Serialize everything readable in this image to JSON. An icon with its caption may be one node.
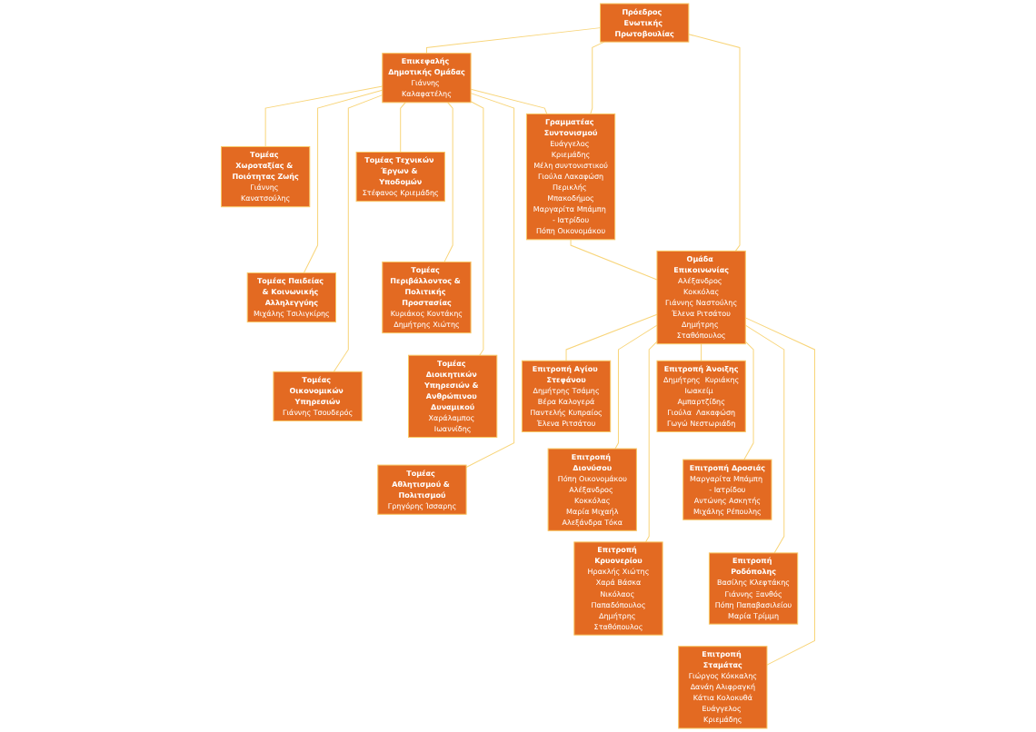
{
  "diagram": {
    "nodes": [
      {
        "text": [
          "Πρόεδρος  Ενωτικής Πρωτοβουλίας"
        ]
      },
      {
        "text": [
          "Γραμματέας Συντονισμού",
          "Ευάγγελος Κριεμάδης",
          "Μέλη συντονιστικού",
          "Γιούλα Λακαφώση",
          "Περικλής Μπακοδήμος",
          "Μαργαρίτα Μπάμπη - Ιατρίδου",
          "Πόπη Οικονομάκου"
        ]
      },
      {
        "text": [
          "Επικεφαλής Δημοτικής Ομάδας",
          "Γιάννης Καλαφατέλης"
        ]
      },
      {
        "text": [
          "Ομάδα Επικοινωνίας",
          "Αλέξανδρος Κοκκόλας",
          "Γιάννης Ναστούλης",
          "Έλενα Ριτσάτου",
          "Δημήτρης Σταθόπουλος"
        ]
      },
      {
        "text": [
          "Τομέας Τεχνικών Έργων & Υποδομών",
          "Στέφανος Κριεμάδης"
        ]
      },
      {
        "text": [
          "Τομέας Χωροταξίας & Ποιότητας Ζωής",
          "Γιάννης Κανατσούλης"
        ]
      },
      {
        "text": [
          "Τομέας Περιβάλλοντος & Πολιτικής Προστασίας",
          "Κυριάκος Κοντάκης",
          "Δημήτρης Χιώτης"
        ]
      },
      {
        "text": [
          "Τομέας Παιδείας & Κοινωνικής Αλληλεγγύης",
          "Μιχάλης Τσιλιγκίρης"
        ]
      },
      {
        "text": [
          "Τομέας Οικονομικών Υπηρεσιών",
          "Γιάννης Τσουδερός"
        ]
      },
      {
        "text": [
          "Τομέας Διοικητικών Υπηρεσιών & Ανθρώπινου Δυναμικού",
          "Χαράλαμπος Ιωαννίδης"
        ]
      },
      {
        "text": [
          "Τομέας Αθλητισμού & Πολιτισμού",
          "Γρηγόρης Ίσσαρης"
        ]
      },
      {
        "text": [
          "Επιτροπή Αγίου Στεφάνου",
          "Δημήτρης Τσάμης",
          "Βέρα Καλογερά",
          "Παντελής Κυπραίος",
          "Έλενα Ριτσάτου"
        ]
      },
      {
        "text": [
          "Επιτροπή Άνοιξης",
          "Δημήτρης  Κυριάκης",
          "Ιωακείμ  Αμπαρτζίδης",
          "Γιούλα  Λακαφώση",
          "Γωγώ Νεστωριάδη"
        ]
      },
      {
        "text": [
          "Επιτροπή Διονύσου",
          "Πόπη Οικονομάκου",
          "Αλέξανδρος Κοκκόλας",
          "Μαρία Μιχαήλ",
          "Αλεξάνδρα Τόκα"
        ]
      },
      {
        "text": [
          "Επιτροπή Δροσιάς",
          "Μαργαρίτα Μπάμπη - Ιατρίδου",
          "Αντώνης Ασκητής",
          "Μιχάλης Ρέπουλης"
        ]
      },
      {
        "text": [
          "Επιτροπή Κρυονερίου",
          "Ηρακλής Χιώτης",
          "Χαρά Βάσκα",
          "Νικόλαος Παπαδόπουλος",
          "Δημήτρης Σταθόπουλος"
        ]
      },
      {
        "text": [
          "Επιτροπή Ροδόπολης",
          "Βασίλης Κλεφτάκης",
          "Γιάννης Ξανθός",
          "Πόπη Παπαβασιλείου",
          "Μαρία Τρίμμη"
        ]
      },
      {
        "text": [
          "Επιτροπή Σταμάτας",
          "Γιώργος Κόκκαλης",
          "Δανάη Αλιφραγκή",
          "Κάτια Κολοκυθά",
          "Ευάγγελος Κριεμάδης"
        ]
      }
    ],
    "edges": [
      {
        "from": 0,
        "to": 1,
        "arrow": "none"
      },
      {
        "from": 0,
        "to": 2,
        "arrow": "none"
      },
      {
        "from": 0,
        "to": 3,
        "arrow": "none"
      },
      {
        "from": 2,
        "to": 1,
        "arrow": "none"
      },
      {
        "from": 1,
        "to": 3,
        "arrow": "none"
      },
      {
        "from": 2,
        "to": 4,
        "arrow": "none"
      },
      {
        "from": 2,
        "to": 5,
        "arrow": "none"
      },
      {
        "from": 2,
        "to": 6,
        "arrow": "none"
      },
      {
        "from": 2,
        "to": 7,
        "arrow": "none"
      },
      {
        "from": 2,
        "to": 8,
        "arrow": "none"
      },
      {
        "from": 2,
        "to": 9,
        "arrow": "none"
      },
      {
        "from": 2,
        "to": 10,
        "arrow": "none"
      },
      {
        "from": 3,
        "to": 11,
        "arrow": "none"
      },
      {
        "from": 3,
        "to": 12,
        "arrow": "none"
      },
      {
        "from": 3,
        "to": 13,
        "arrow": "none"
      },
      {
        "from": 3,
        "to": 14,
        "arrow": "none"
      },
      {
        "from": 3,
        "to": 15,
        "arrow": "none"
      },
      {
        "from": 3,
        "to": 16,
        "arrow": "none"
      },
      {
        "from": 3,
        "to": 17,
        "arrow": "none"
      }
    ]
  }
}
